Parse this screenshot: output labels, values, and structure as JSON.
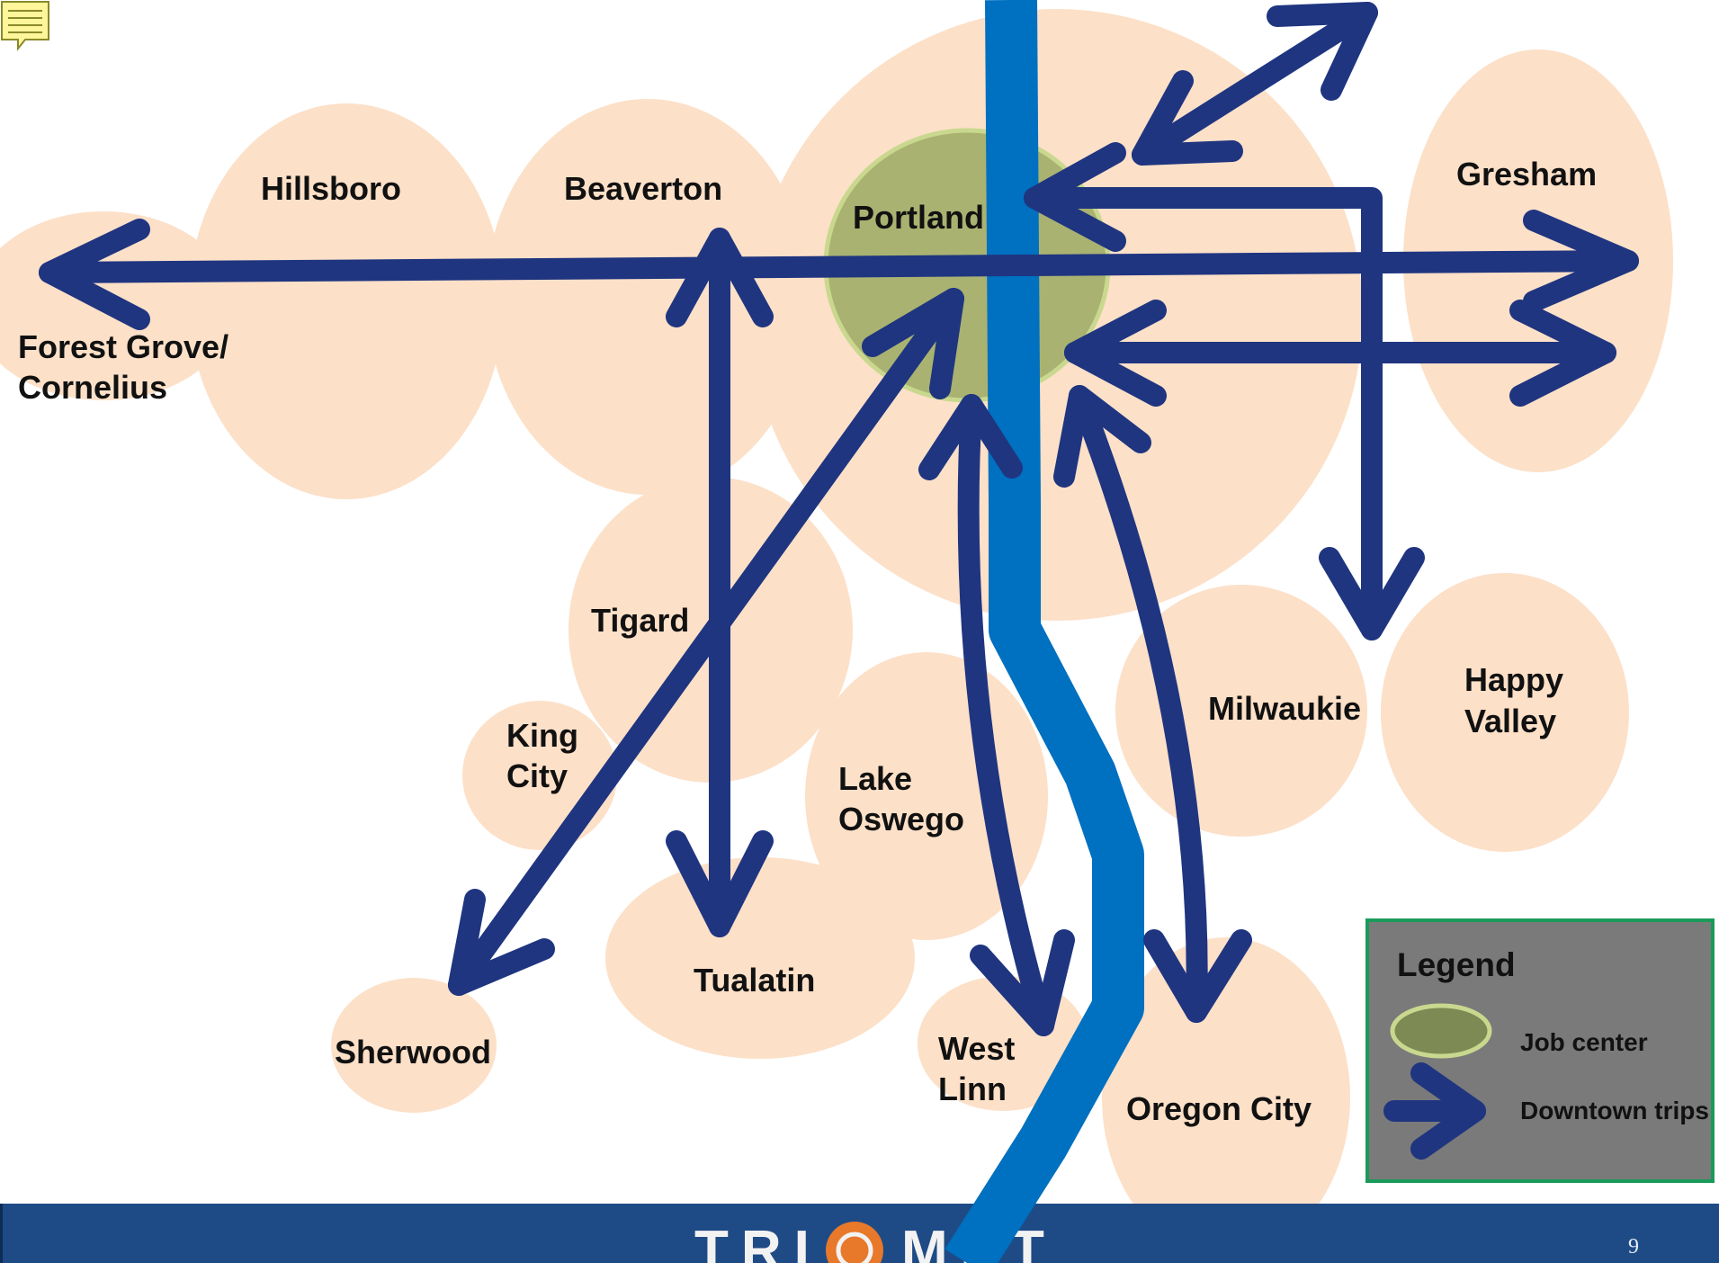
{
  "cities": {
    "hillsboro": "Hillsboro",
    "beaverton": "Beaverton",
    "portland": "Portland",
    "gresham": "Gresham",
    "forest_grove": [
      "Forest Grove/",
      "Cornelius"
    ],
    "tigard": "Tigard",
    "king_city": [
      "King",
      "City"
    ],
    "lake_oswego": [
      "Lake",
      "Oswego"
    ],
    "milwaukie": "Milwaukie",
    "happy_valley": [
      "Happy",
      "Valley"
    ],
    "tualatin": "Tualatin",
    "sherwood": "Sherwood",
    "west_linn": [
      "West",
      "Linn"
    ],
    "oregon_city": "Oregon City"
  },
  "legend": {
    "title": "Legend",
    "job_center": "Job center",
    "downtown_trips": "Downtown trips"
  },
  "footer": {
    "logo_left": "TRI",
    "logo_right": "MET",
    "page_number": "9"
  },
  "colors": {
    "region_fill": "#fce0c8",
    "job_center_fill": "#a9b271",
    "job_center_stroke": "#c9d88e",
    "arrow": "#1f3580",
    "river": "#0070c0",
    "legend_bg": "#7a7a7a",
    "legend_border": "#1a9a5a",
    "footer_bg": "#1e4b86",
    "logo_orange": "#e8782a"
  },
  "icons": {
    "note": "sticky-note-icon",
    "job_center_swatch": "job-center-swatch-icon",
    "trip_arrow": "downtown-trip-arrow-icon"
  }
}
